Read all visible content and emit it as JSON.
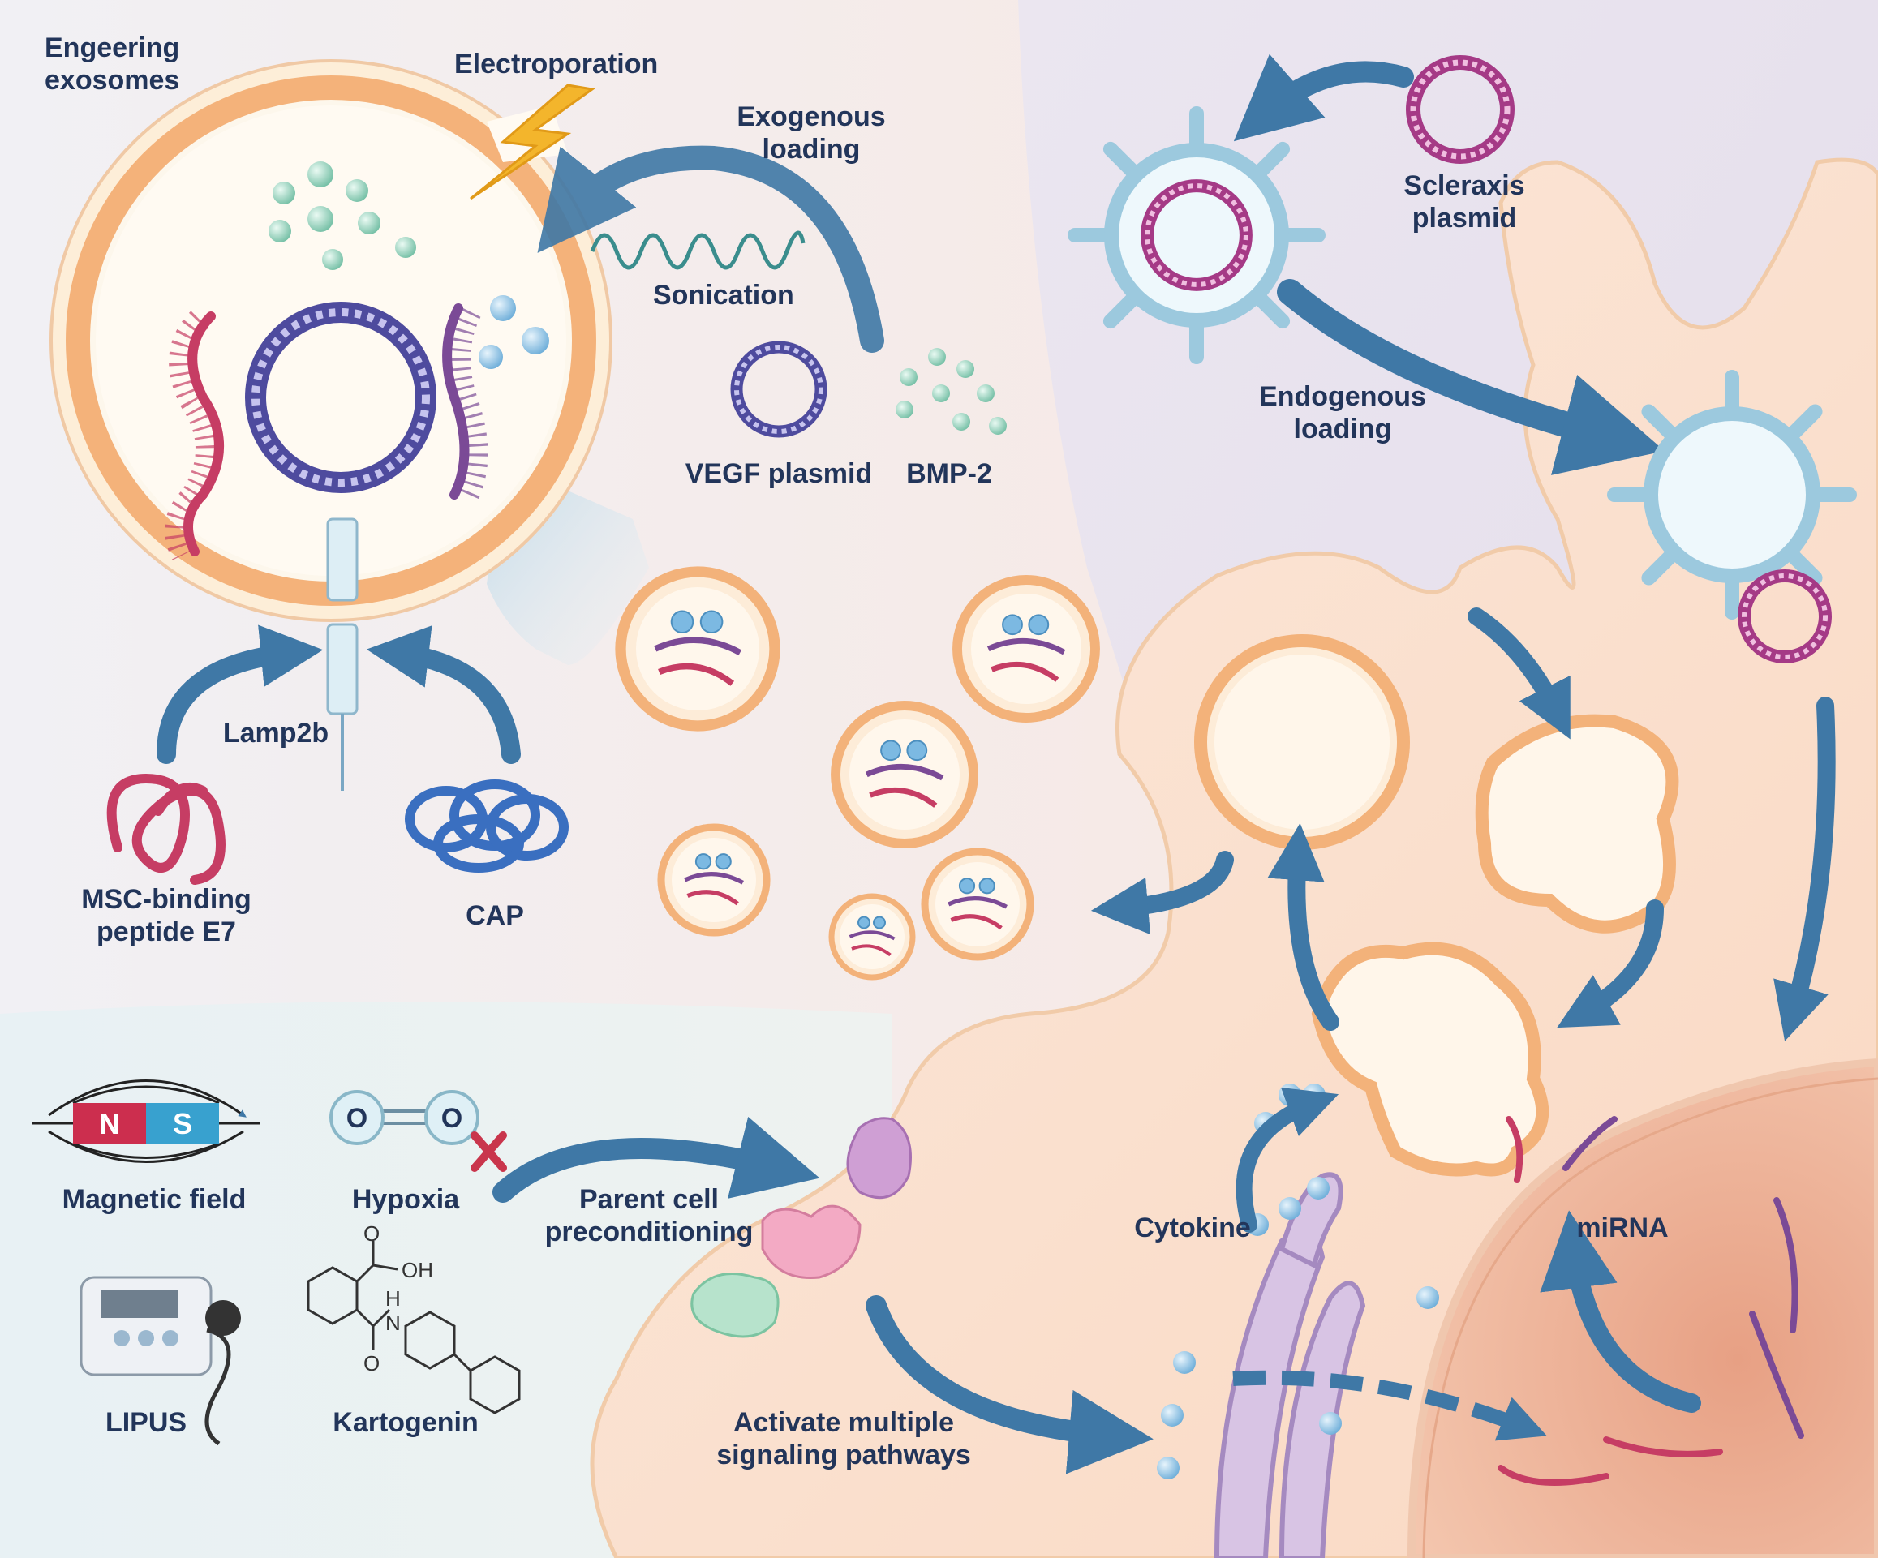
{
  "labels": {
    "engineering_line1": "Engeering",
    "engineering_line2": "exosomes",
    "electroporation": "Electroporation",
    "exogenous_line1": "Exogenous",
    "exogenous_line2": "loading",
    "sonication": "Sonication",
    "vegf": "VEGF plasmid",
    "bmp2": "BMP-2",
    "lamp2b": "Lamp2b",
    "msc_line1": "MSC-binding",
    "msc_line2": "peptide E7",
    "cap": "CAP",
    "scleraxis_line1": "Scleraxis",
    "scleraxis_line2": "plasmid",
    "endogenous_line1": "Endogenous",
    "endogenous_line2": "loading",
    "magnetic_field": "Magnetic field",
    "magnet_n": "N",
    "magnet_s": "S",
    "hypoxia": "Hypoxia",
    "oxygen_atom": "O",
    "lipus": "LIPUS",
    "kartogenin": "Kartogenin",
    "kartogenin_oh": "OH",
    "kartogenin_h": "H",
    "kartogenin_n": "N",
    "kartogenin_o": "O",
    "parent_line1": "Parent cell",
    "parent_line2": "preconditioning",
    "activate_line1": "Activate multiple",
    "activate_line2": "signaling pathways",
    "cytokine": "Cytokine",
    "mirna": "miRNA"
  },
  "colors": {
    "arrow": "#3f78a6",
    "text": "#22355a",
    "membrane": "#f3b87f",
    "dna": "#5a4ea0",
    "rna_red": "#c63d64",
    "rna_purple": "#7b4a96",
    "protein_green": "#7fc6ad",
    "cytokine_blue": "#7cb9e2",
    "cell": "#fbe0cc",
    "nucleus": "#efb89f"
  },
  "icons": [
    "lightning-icon",
    "sine-wave-icon",
    "plasmid-icon",
    "magnet-icon",
    "oxygen-molecule-icon",
    "lipus-device-icon",
    "kartogenin-structure-icon",
    "golgi-icon"
  ]
}
